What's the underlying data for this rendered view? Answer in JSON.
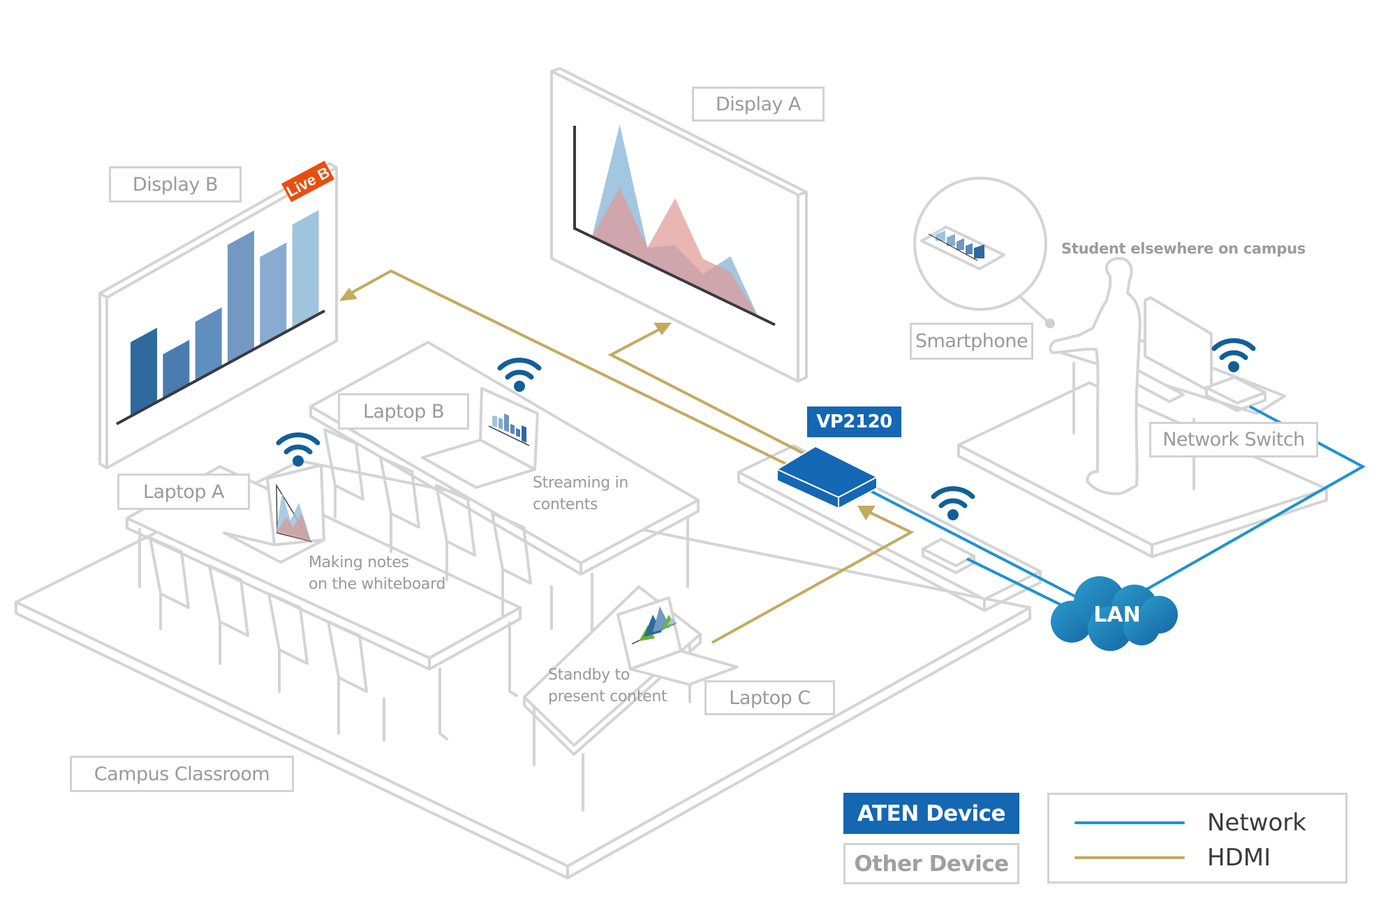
{
  "labels": {
    "display_a": "Display A",
    "display_b": "Display B",
    "live_b": "Live B",
    "laptop_a": "Laptop A",
    "laptop_b": "Laptop B",
    "laptop_c": "Laptop C",
    "smartphone": "Smartphone",
    "network_switch": "Network Switch",
    "vp2120": "VP2120",
    "lan": "LAN",
    "campus_classroom": "Campus Classroom"
  },
  "notes": {
    "laptop_a": "Making notes\non the whiteboard",
    "laptop_b": "Streaming in\ncontents",
    "laptop_c": "Standby to\npresent content",
    "student": "Student elsewhere on campus"
  },
  "legend": {
    "device_types": [
      {
        "label": "ATEN Device",
        "style": "filled",
        "color": "#1467b2"
      },
      {
        "label": "Other Device",
        "style": "outline",
        "color": "#d2d2d2"
      }
    ],
    "connections": [
      {
        "label": "Network",
        "color": "#1f91d4"
      },
      {
        "label": "HDMI",
        "color": "#c2ab5e"
      }
    ]
  },
  "colors": {
    "aten_blue": "#1467b2",
    "network": "#1f91d4",
    "hdmi": "#c2ab5e",
    "live_badge": "#e84e0f",
    "wifi": "#115f99",
    "outline": "#d4d4d4"
  },
  "display_b_chart": {
    "type": "bar",
    "values": [
      5,
      3,
      4,
      8,
      6,
      7
    ],
    "colors": [
      "#2e6a9e",
      "#4a7caf",
      "#5f8ec0",
      "#7399c2",
      "#88acd1",
      "#a0c4de"
    ]
  },
  "display_a_chart": {
    "type": "area",
    "series": [
      {
        "name": "blue",
        "color": "#7fb2d5",
        "values": [
          0,
          8,
          1,
          2,
          1,
          3,
          0
        ]
      },
      {
        "name": "red",
        "color": "#e09a96",
        "values": [
          0,
          4,
          1,
          5,
          2,
          2,
          0
        ]
      }
    ]
  }
}
